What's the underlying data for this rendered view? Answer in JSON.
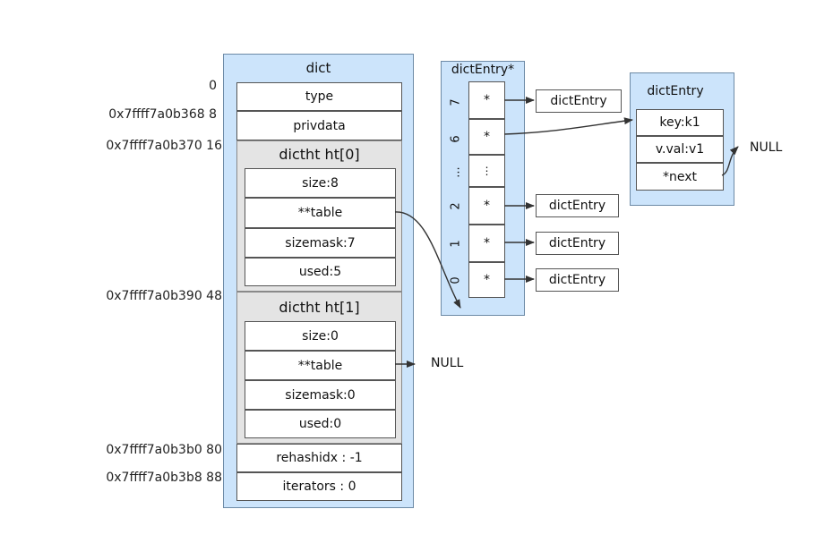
{
  "dict": {
    "title": "dict",
    "fields": {
      "type": "type",
      "privdata": "privdata",
      "rehashidx": "rehashidx : -1",
      "iterators": "iterators : 0"
    },
    "ht0": {
      "title": "dictht ht[0]",
      "size": "size:8",
      "table": "**table",
      "sizemask": "sizemask:7",
      "used": "used:5"
    },
    "ht1": {
      "title": "dictht ht[1]",
      "size": "size:0",
      "table": "**table",
      "sizemask": "sizemask:0",
      "used": "used:0"
    }
  },
  "addresses": {
    "a0": "0",
    "a8": "0x7ffff7a0b368  8",
    "a16": "0x7ffff7a0b370  16",
    "a48": "0x7ffff7a0b390  48",
    "a80": "0x7ffff7a0b3b0  80",
    "a88": "0x7ffff7a0b3b8  88"
  },
  "array": {
    "title": "dictEntry*",
    "indices": [
      "7",
      "6",
      "...",
      "2",
      "1",
      "0"
    ],
    "cells": [
      "*",
      "*",
      "⋮",
      "*",
      "*",
      "*"
    ]
  },
  "entries": {
    "e7": "dictEntry",
    "e2": "dictEntry",
    "e1": "dictEntry",
    "e0": "dictEntry"
  },
  "entry_detail": {
    "title": "dictEntry",
    "key": "key:k1",
    "val": "v.val:v1",
    "next": "*next"
  },
  "null_labels": {
    "ht1_table": "NULL",
    "next": "NULL"
  },
  "colors": {
    "panel": "#cce4fb",
    "panel_border": "#6d8aa6",
    "ht_background": "#e4e4e4",
    "arrow": "#333333"
  }
}
